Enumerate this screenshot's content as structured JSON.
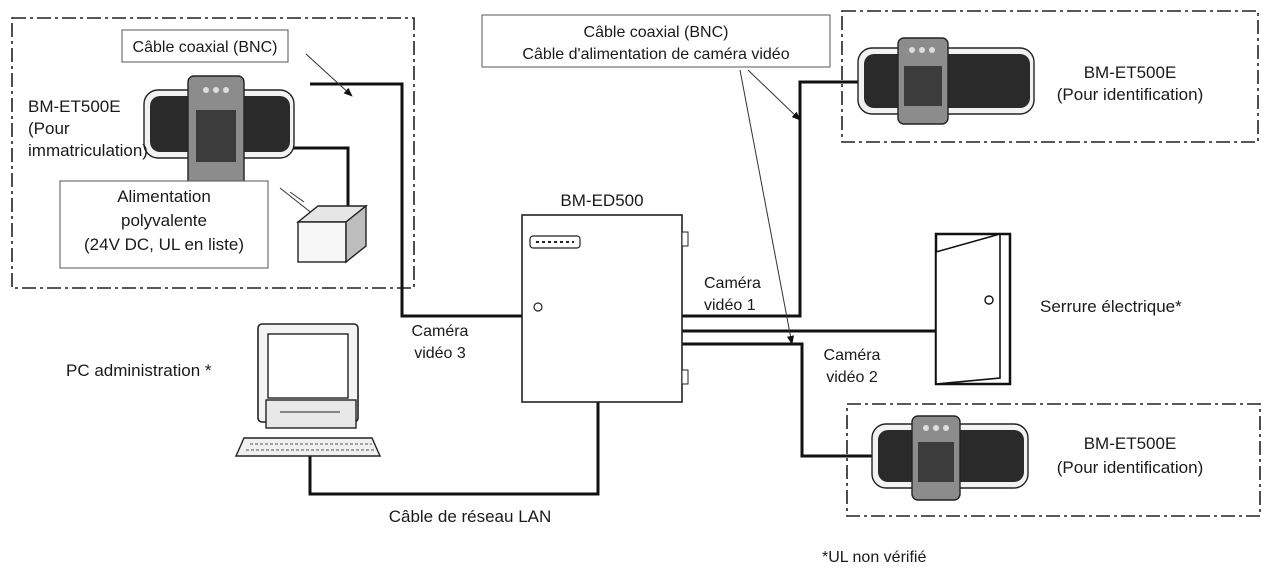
{
  "labels": {
    "coax_bnc_top_left": "Câble coaxial (BNC)",
    "camera_left_model": "BM-ET500E",
    "camera_left_purpose_1": "(Pour",
    "camera_left_purpose_2": "immatriculation)",
    "power_supply_1": "Alimentation",
    "power_supply_2": "polyvalente",
    "power_supply_3": "(24V DC, UL en liste)",
    "coax_bnc_center": "Câble coaxial (BNC)",
    "camera_power_cable": "Câble d'alimentation de caméra vidéo",
    "camera_top_right_model": "BM-ET500E",
    "camera_top_right_purpose": "(Pour identification)",
    "controller_model": "BM-ED500",
    "cam1_line1": "Caméra",
    "cam1_line2": "vidéo 1",
    "cam3_line1": "Caméra",
    "cam3_line2": "vidéo 3",
    "cam2_line1": "Caméra",
    "cam2_line2": "vidéo 2",
    "electric_lock": "Serrure électrique*",
    "admin_pc": "PC administration *",
    "camera_bottom_right_model": "BM-ET500E",
    "camera_bottom_right_purpose": "(Pour identification)",
    "lan_cable": "Câble de réseau LAN",
    "footnote": "*UL non vérifié"
  }
}
